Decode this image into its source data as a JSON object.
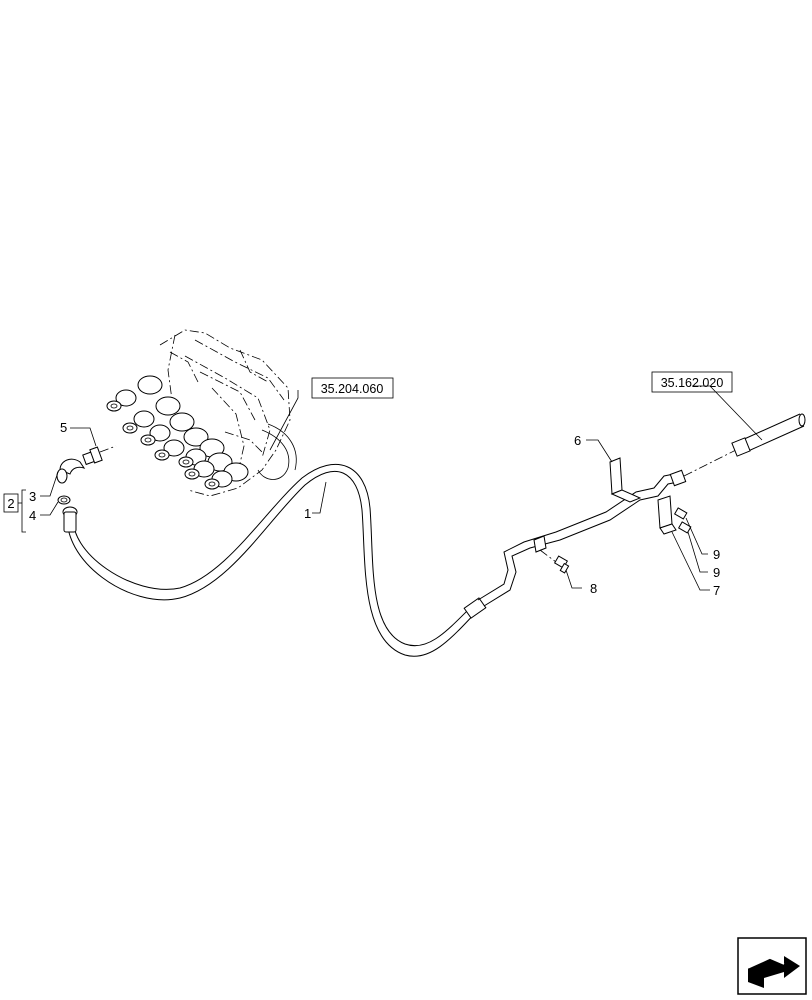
{
  "references": {
    "valve_block_ref": "35.204.060",
    "pipe_end_ref": "35.162.020"
  },
  "callouts": {
    "hose": "1",
    "kit": "2",
    "elbow": "3",
    "o_ring": "4",
    "adapter": "5",
    "bracket_6": "6",
    "clamp_7": "7",
    "bolt_8": "8",
    "bolt_9a": "9",
    "bolt_9b": "9"
  },
  "icons": {
    "nav": "next-page-arrow-icon"
  }
}
